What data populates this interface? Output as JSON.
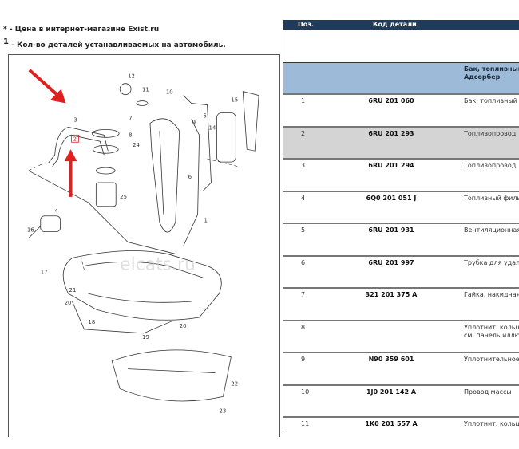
{
  "notes": [
    {
      "mark": "*",
      "text": "- Цена в интернет-магазине Exist.ru"
    },
    {
      "mark": "1",
      "text": "- Кол-во деталей устанавливаемых на автомобиль."
    }
  ],
  "diagram": {
    "watermark": "elcats.ru",
    "labels": [
      "1",
      "2",
      "3",
      "4",
      "5",
      "6",
      "7",
      "8",
      "9",
      "10",
      "11",
      "12",
      "14",
      "15",
      "16",
      "17",
      "18",
      "19",
      "20",
      "20",
      "21",
      "22",
      "23",
      "24",
      "25"
    ],
    "highlight_color": "#e02020"
  },
  "table": {
    "headers": {
      "pos": "Поз.",
      "code": "Код детали"
    },
    "group_title": "Бак, топливный\nАдсорбер",
    "rows": [
      {
        "pos": "1",
        "code": "6RU 201 060",
        "desc": "Бак, топливный"
      },
      {
        "pos": "2",
        "code": "6RU 201 293",
        "desc": "Топливопровод",
        "selected": true
      },
      {
        "pos": "3",
        "code": "6RU 201 294",
        "desc": "Топливопровод"
      },
      {
        "pos": "4",
        "code": "6Q0 201 051 J",
        "desc": "Топливный фильтр"
      },
      {
        "pos": "5",
        "code": "6RU 201 931",
        "desc": "Вентиляционная т"
      },
      {
        "pos": "6",
        "code": "6RU 201 997",
        "desc": "Трубка для удале"
      },
      {
        "pos": "7",
        "code": "321 201 375 A",
        "desc": "Гайка, накидная"
      },
      {
        "pos": "8",
        "code": "",
        "desc": "Уплотнит. кольцо\nсм. панель иллюс"
      },
      {
        "pos": "9",
        "code": "N90 359 601",
        "desc": "Уплотнительное к"
      },
      {
        "pos": "10",
        "code": "1J0 201 142 A",
        "desc": "Провод массы"
      },
      {
        "pos": "11",
        "code": "1K0 201 557 A",
        "desc": "Уплотнит. кольцо"
      }
    ]
  }
}
